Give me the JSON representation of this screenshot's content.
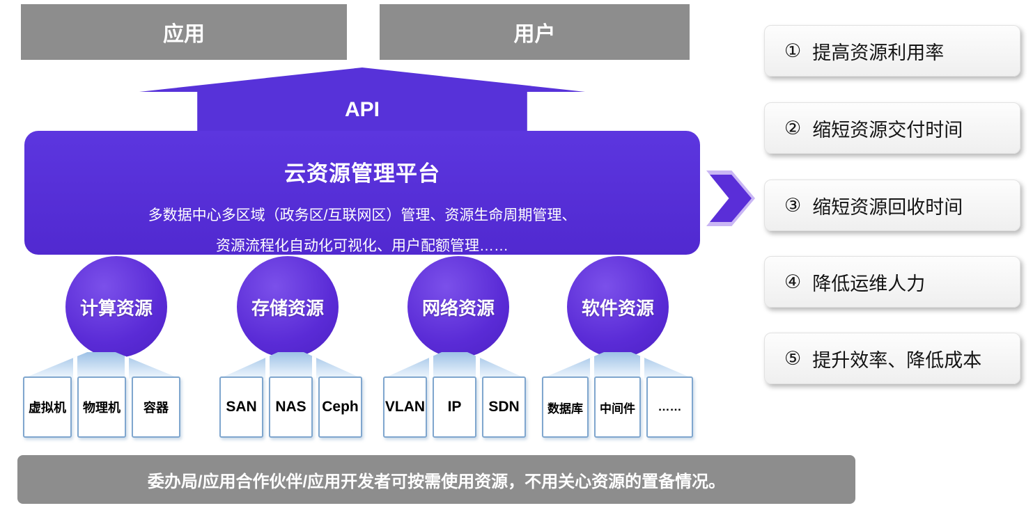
{
  "top_boxes": [
    {
      "label": "应用"
    },
    {
      "label": "用户"
    }
  ],
  "api_arrow": {
    "label": "API"
  },
  "platform": {
    "title": "云资源管理平台",
    "subtitle_line1": "多数据中心多区域（政务区/互联网区）管理、资源生命周期管理、",
    "subtitle_line2": "资源流程化自动化可视化、用户配额管理……"
  },
  "resource_groups": [
    {
      "name": "计算资源",
      "items": [
        "虚拟机",
        "物理机",
        "容器"
      ]
    },
    {
      "name": "存储资源",
      "items": [
        "SAN",
        "NAS",
        "Ceph"
      ]
    },
    {
      "name": "网络资源",
      "items": [
        "VLAN",
        "IP",
        "SDN"
      ]
    },
    {
      "name": "软件资源",
      "items": [
        "数据库",
        "中间件",
        "……"
      ]
    }
  ],
  "benefits": [
    {
      "num": "①",
      "text": "提高资源利用率"
    },
    {
      "num": "②",
      "text": "缩短资源交付时间"
    },
    {
      "num": "③",
      "text": "缩短资源回收时间"
    },
    {
      "num": "④",
      "text": "降低运维人力"
    },
    {
      "num": "⑤",
      "text": "提升效率、降低成本"
    }
  ],
  "footer": {
    "text": "委办局/应用合作伙伴/应用开发者可按需使用资源，不用关心资源的置备情况。"
  },
  "colors": {
    "purple": "#5732D9",
    "gray": "#8D8D8D",
    "fan_blue": "#9DC1E6",
    "box_border_blue": "#7FA6CE",
    "benefit_bg": "#f3f3f3"
  }
}
